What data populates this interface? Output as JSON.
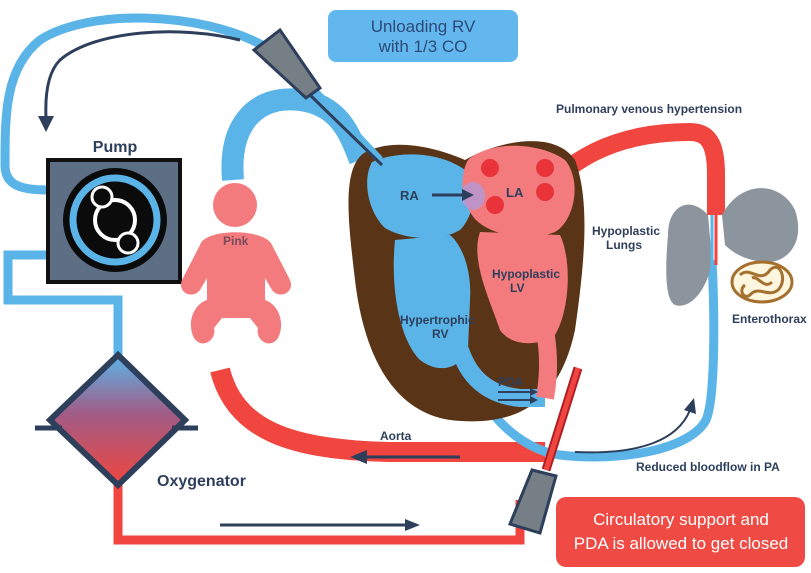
{
  "labels": {
    "pump": "Pump",
    "oxygenator": "Oxygenator",
    "pink": "Pink",
    "ra": "RA",
    "la": "LA",
    "hypoplastic_lv_1": "Hypoplastic",
    "hypoplastic_lv_2": "LV",
    "hypertrophic_rv_1": "Hypertrophic",
    "hypertrophic_rv_2": "RV",
    "pda": "PDA",
    "aorta": "Aorta",
    "pulmonary_venous_hypertension": "Pulmonary venous hypertension",
    "hypoplastic_lungs_1": "Hypoplastic",
    "hypoplastic_lungs_2": "Lungs",
    "enterothorax": "Enterothorax",
    "reduced_bloodflow": "Reduced bloodflow in PA"
  },
  "callouts": {
    "unloading_line1": "Unloading RV",
    "unloading_line2": "with 1/3 CO",
    "support_line1": "Circulatory support and",
    "support_line2": "PDA is allowed to get closed"
  },
  "colors": {
    "venous_blue": "#5ab4e8",
    "arterial_red": "#f0463f",
    "heart_brown": "#5a3416",
    "pink_baby": "#f37b7d",
    "navy": "#2e3f5c",
    "callout_blue": "#62b8ee",
    "callout_red": "#ef4a43",
    "lung_gray": "#8c959e"
  }
}
